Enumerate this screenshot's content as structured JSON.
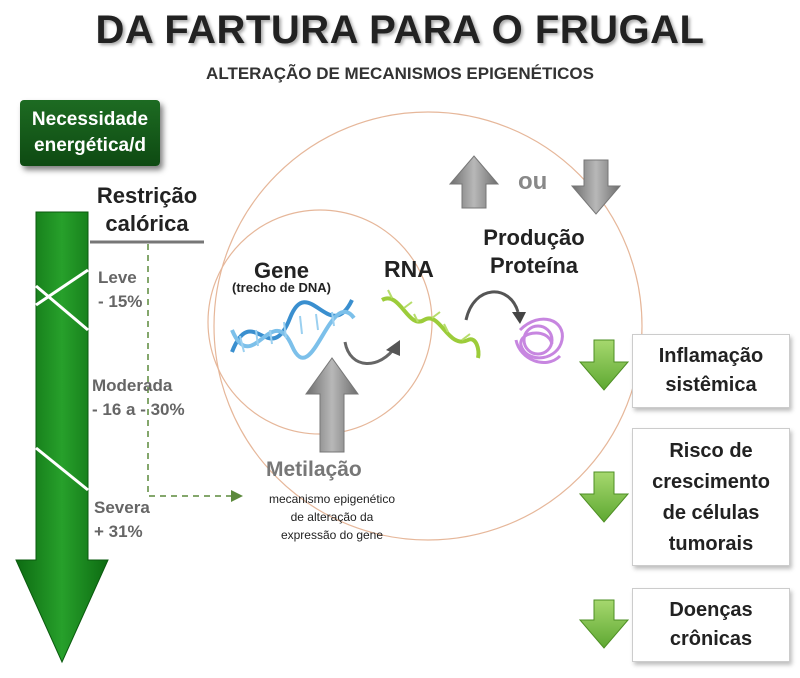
{
  "title": "DA FARTURA PARA O FRUGAL",
  "subtitle": "ALTERAÇÃO DE MECANISMOS EPIGENÉTICOS",
  "energy_box": {
    "line1": "Necessidade",
    "line2": "energética/d"
  },
  "restriction": {
    "line1": "Restrição",
    "line2": "calórica"
  },
  "levels": [
    {
      "name": "Leve",
      "value": "- 15%"
    },
    {
      "name": "Moderada",
      "value": "- 16 a - 30%"
    },
    {
      "name": "Severa",
      "value": "+ 31%"
    }
  ],
  "gene": {
    "label": "Gene",
    "sublabel": "(trecho de DNA)"
  },
  "rna": {
    "label": "RNA"
  },
  "protein": {
    "line1": "Produção",
    "line2": "Proteína"
  },
  "or_text": "ou",
  "methylation": {
    "label": "Metilação",
    "desc1": "mecanismo epigenético",
    "desc2": "de alteração  da",
    "desc3": "expressão do gene"
  },
  "outcomes": [
    {
      "lines": [
        "Inflamação",
        "sistêmica"
      ]
    },
    {
      "lines": [
        "Risco de",
        "crescimento",
        "de células",
        "tumorais"
      ]
    },
    {
      "lines": [
        "Doenças",
        "crônicas"
      ]
    }
  ],
  "colors": {
    "dark_green": "#0e4a12",
    "arrow_green": "#1e8a22",
    "light_green": "#7bc142",
    "gray_arrow": "#8a8a8a"
  }
}
